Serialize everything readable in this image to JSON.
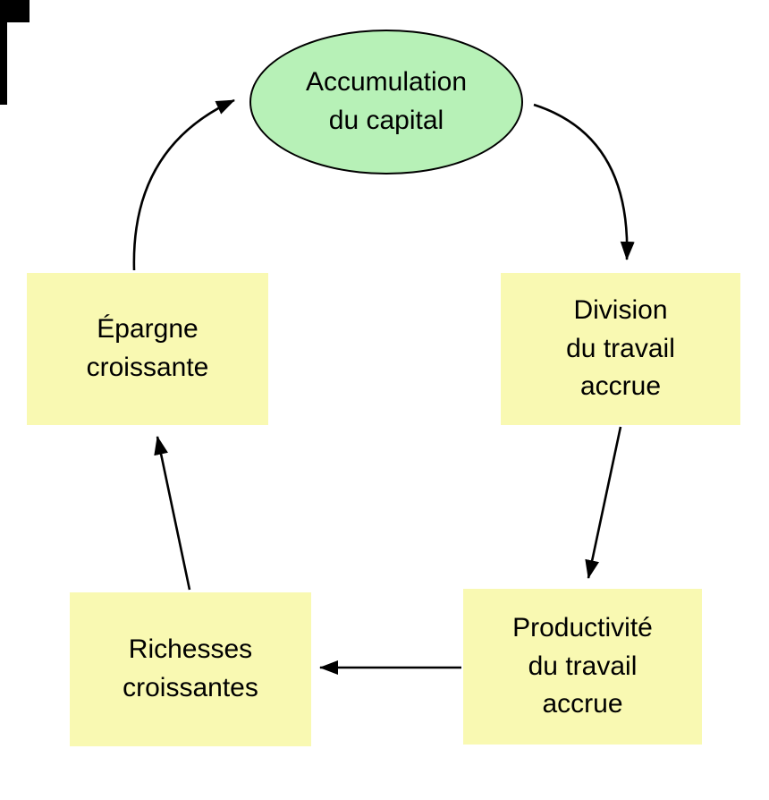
{
  "diagram": {
    "nodes": {
      "accumulation": {
        "label": "Accumulation\ndu capital"
      },
      "division": {
        "label": "Division\ndu travail\naccrue"
      },
      "productivite": {
        "label": "Productivité\ndu travail\naccrue"
      },
      "richesses": {
        "label": "Richesses\ncroissantes"
      },
      "epargne": {
        "label": "Épargne\ncroissante"
      }
    },
    "edges": [
      {
        "from": "epargne",
        "to": "accumulation"
      },
      {
        "from": "accumulation",
        "to": "division"
      },
      {
        "from": "division",
        "to": "productivite"
      },
      {
        "from": "productivite",
        "to": "richesses"
      },
      {
        "from": "richesses",
        "to": "epargne"
      }
    ],
    "colors": {
      "ellipse_fill": "#b7f1b7",
      "box_fill": "#f9f9b2",
      "arrow": "#000000",
      "background": "#ffffff"
    }
  }
}
